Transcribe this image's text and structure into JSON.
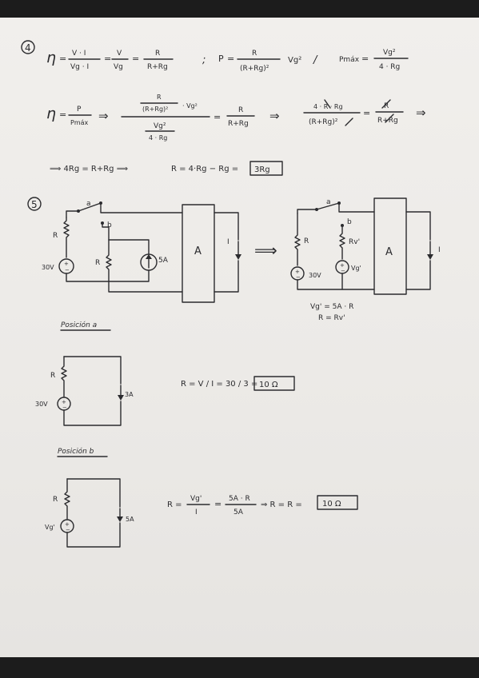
{
  "problem4": {
    "number": "4",
    "eta_symbol": "η",
    "eq_sign": "=",
    "vi": "V · I",
    "vg_i": "Vg · I",
    "v": "V",
    "vg": "Vg",
    "r": "R",
    "r_rg": "R+Rg",
    "semicolon": ";",
    "p_symbol": "P",
    "r_rg_sq": "(R+Rg)²",
    "vg_sq": "Vg²",
    "slash": "/",
    "pmax": "Pmáx",
    "four_rg": "4 · Rg",
    "p": "P",
    "pmax_den": "Pmáx",
    "implies": "⇒",
    "r_rg_sq_in": "(R+Rg)²",
    "dot_vg_sq": "· Vg²",
    "vg2": "Vg²",
    "four_rg_small": "4 · Rg",
    "r_over": "R",
    "r_rg_b": "R+Rg",
    "four_r_rg": "4 · R · Rg",
    "r_rg_sq_cancel": "(R+Rg)²",
    "r_cancel": "R",
    "r_rg_cancel": "R+Rg",
    "line3_a": "⟹ 4Rg = R+Rg ⟹",
    "line3_b": "R = 4·Rg − Rg =",
    "answer_boxed": "3Rg"
  },
  "problem5": {
    "number": "5",
    "node_a": "a",
    "node_b": "b",
    "res_r": "R",
    "src_30v": "30V",
    "src_5a": "5A",
    "block_a": "A",
    "current_i": "I",
    "arrow": "⟹",
    "res_rv": "Rv'",
    "src_vg": "Vg'",
    "rel1": "Vg' = 5A · R",
    "rel2": "R = Rv'",
    "pos_a_label": "Posición a",
    "pos_a_r": "R",
    "pos_a_30v": "30V",
    "pos_a_3a": "3A",
    "pos_a_eq": "R = V / I = 30 / 3 =",
    "pos_a_answer": "10 Ω",
    "pos_b_label": "Posición b",
    "pos_b_r": "R",
    "pos_b_vg": "Vg'",
    "pos_b_5a": "5A",
    "pos_b_eq_start": "R =",
    "pos_b_num1": "Vg'",
    "pos_b_den1": "I",
    "pos_b_num2": "5A · R",
    "pos_b_den2": "5A",
    "pos_b_eq_end": "⇒ R = R =",
    "pos_b_answer": "10 Ω"
  }
}
